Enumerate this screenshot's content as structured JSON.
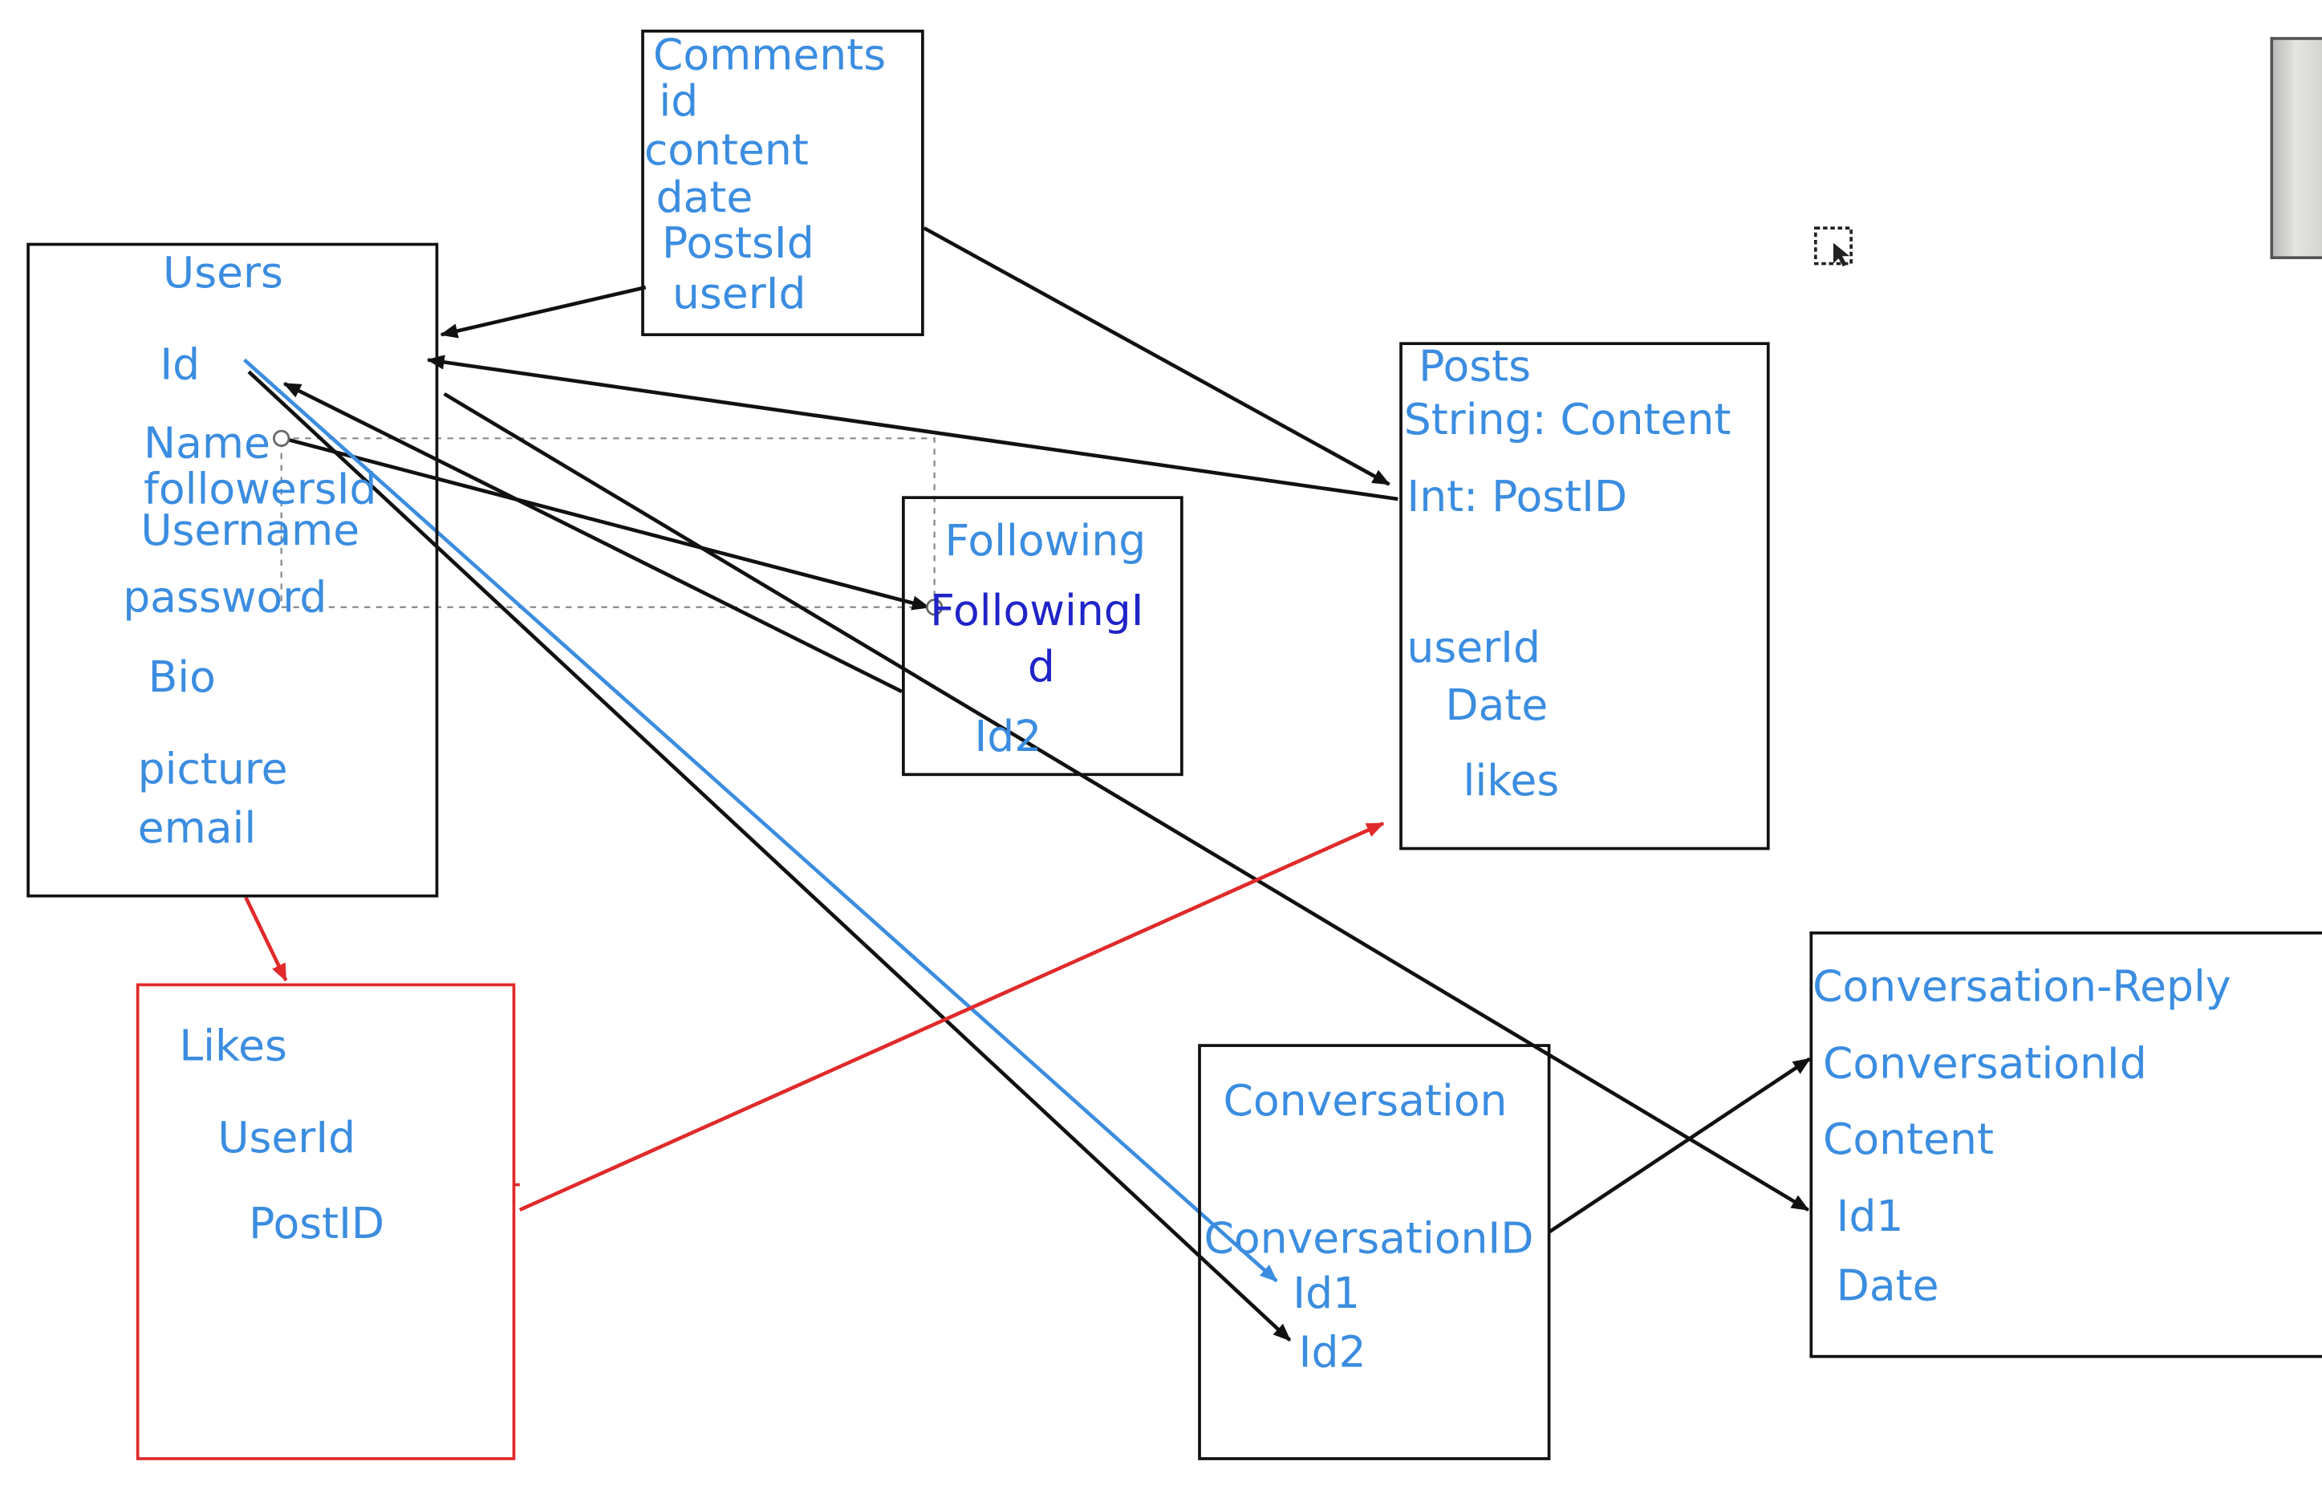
{
  "entities": {
    "users": {
      "title": "Users",
      "fields": [
        "Id",
        "Name",
        "followersId",
        "Username",
        "password",
        "Bio",
        "picture",
        "email"
      ]
    },
    "comments": {
      "title": "Comments",
      "fields": [
        "id",
        "content",
        "date",
        "PostsId",
        "userId"
      ]
    },
    "posts": {
      "title": "Posts",
      "fields": [
        "String: Content",
        "Int: PostID",
        "userId",
        "Date",
        "likes"
      ]
    },
    "following": {
      "title": "Following",
      "fields": [
        "FollowingI",
        "d",
        "Id2"
      ]
    },
    "likes": {
      "title": "Likes",
      "fields": [
        "UserId",
        "PostID"
      ]
    },
    "conversation": {
      "title": "Conversation",
      "fields": [
        "ConversationID",
        "Id1",
        "Id2"
      ]
    },
    "conversation_reply": {
      "title": "Conversation-Reply",
      "fields": [
        "ConversationId",
        "Content",
        "Id1",
        "Date"
      ]
    }
  },
  "colors": {
    "label": "#3b8de0",
    "label_selected": "#1f24c8",
    "connector": "#111111",
    "connector_highlight": "#3b8de0",
    "likes_connector": "#e02a2a"
  },
  "icons": {
    "selection": "selection-cursor-icon",
    "thumbnail": "webcam-thumbnail"
  }
}
